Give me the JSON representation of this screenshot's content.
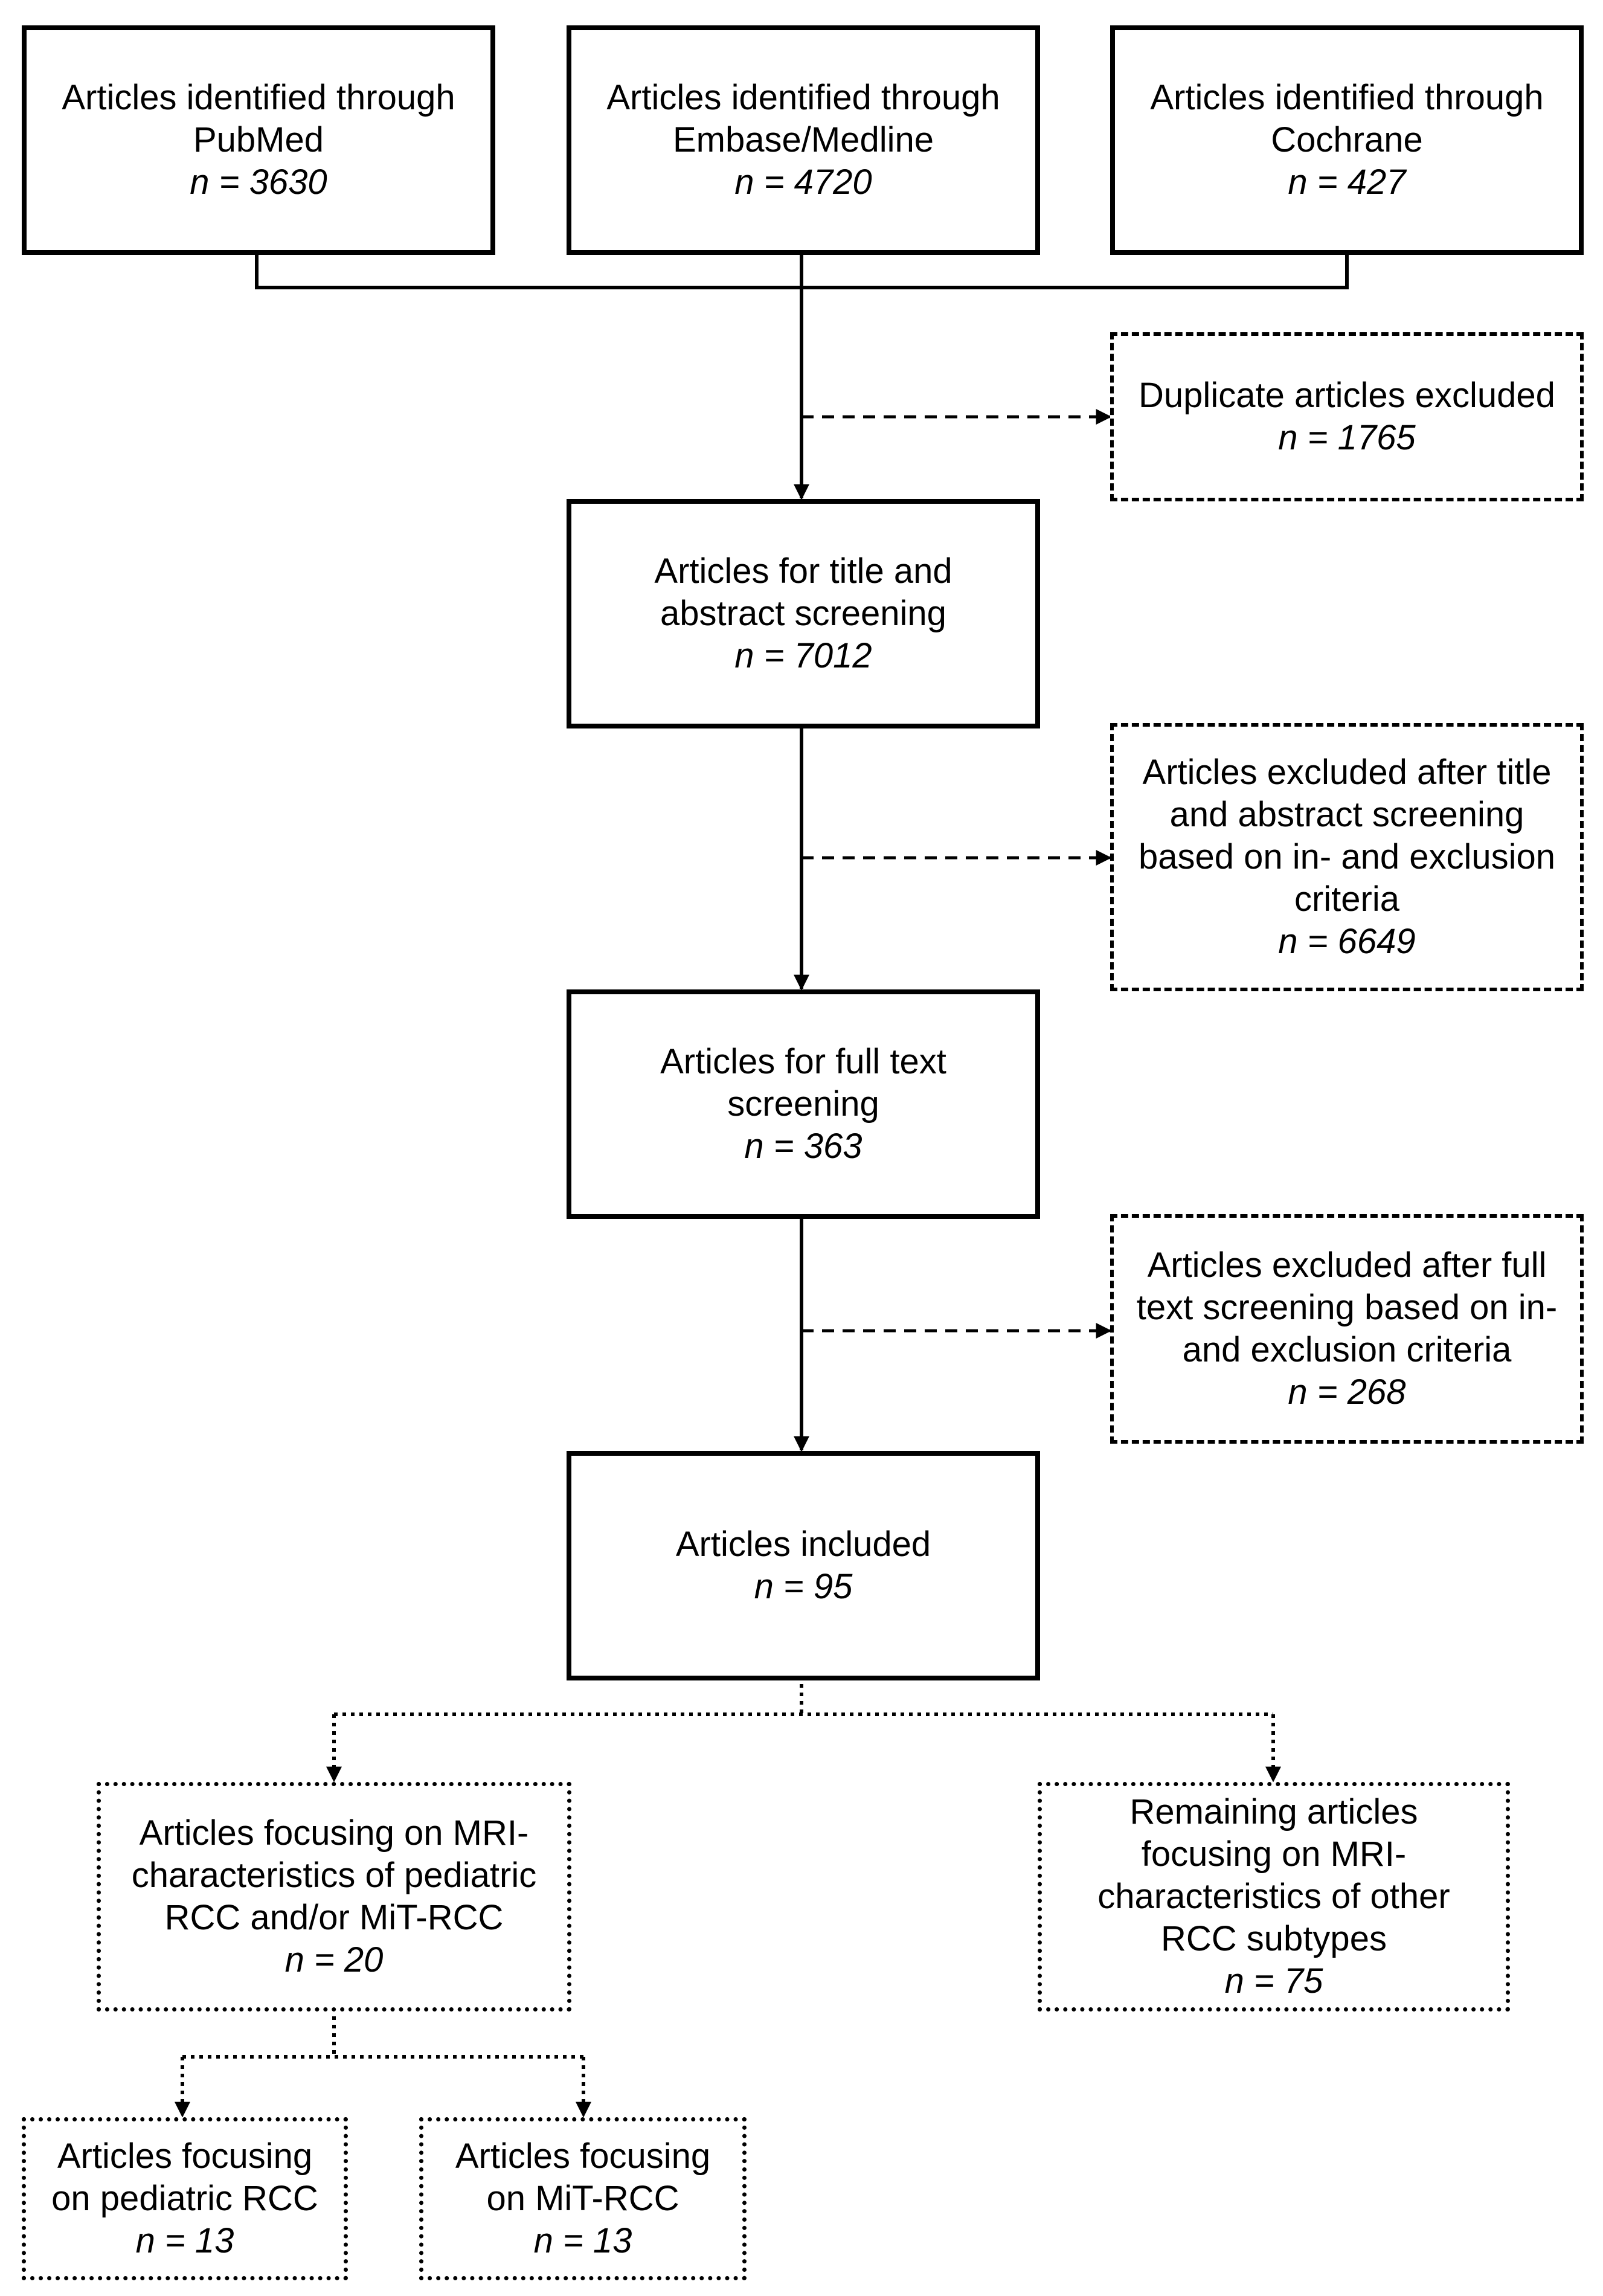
{
  "boxes": {
    "pubmed": {
      "label": "Articles identified through\nPubMed",
      "count": "n = 3630"
    },
    "embase": {
      "label": "Articles identified through\nEmbase/Medline",
      "count": "n = 4720"
    },
    "cochrane": {
      "label": "Articles identified through\nCochrane",
      "count": "n = 427"
    },
    "duplicates": {
      "label": "Duplicate articles excluded",
      "count": "n = 1765"
    },
    "title_abstract": {
      "label": "Articles for title and\nabstract screening",
      "count": "n = 7012"
    },
    "excluded_title": {
      "label": "Articles excluded after title\nand abstract screening\nbased on in- and exclusion\ncriteria",
      "count": "n = 6649"
    },
    "full_text": {
      "label": "Articles for full text\nscreening",
      "count": "n = 363"
    },
    "excluded_full": {
      "label": "Articles excluded after full\ntext screening based on in-\nand exclusion criteria",
      "count": "n = 268"
    },
    "included": {
      "label": "Articles included",
      "count": "n = 95"
    },
    "mri_pediatric_mit": {
      "label": "Articles focusing on MRI-\ncharacteristics of pediatric\nRCC and/or MiT-RCC",
      "count": "n = 20"
    },
    "remaining": {
      "label": "Remaining articles\nfocusing on MRI-\ncharacteristics of other\nRCC subtypes",
      "count": "n = 75"
    },
    "pediatric": {
      "label": "Articles focusing\non pediatric RCC",
      "count": "n = 13"
    },
    "mit": {
      "label": "Articles focusing\non MiT-RCC",
      "count": "n = 13"
    }
  }
}
